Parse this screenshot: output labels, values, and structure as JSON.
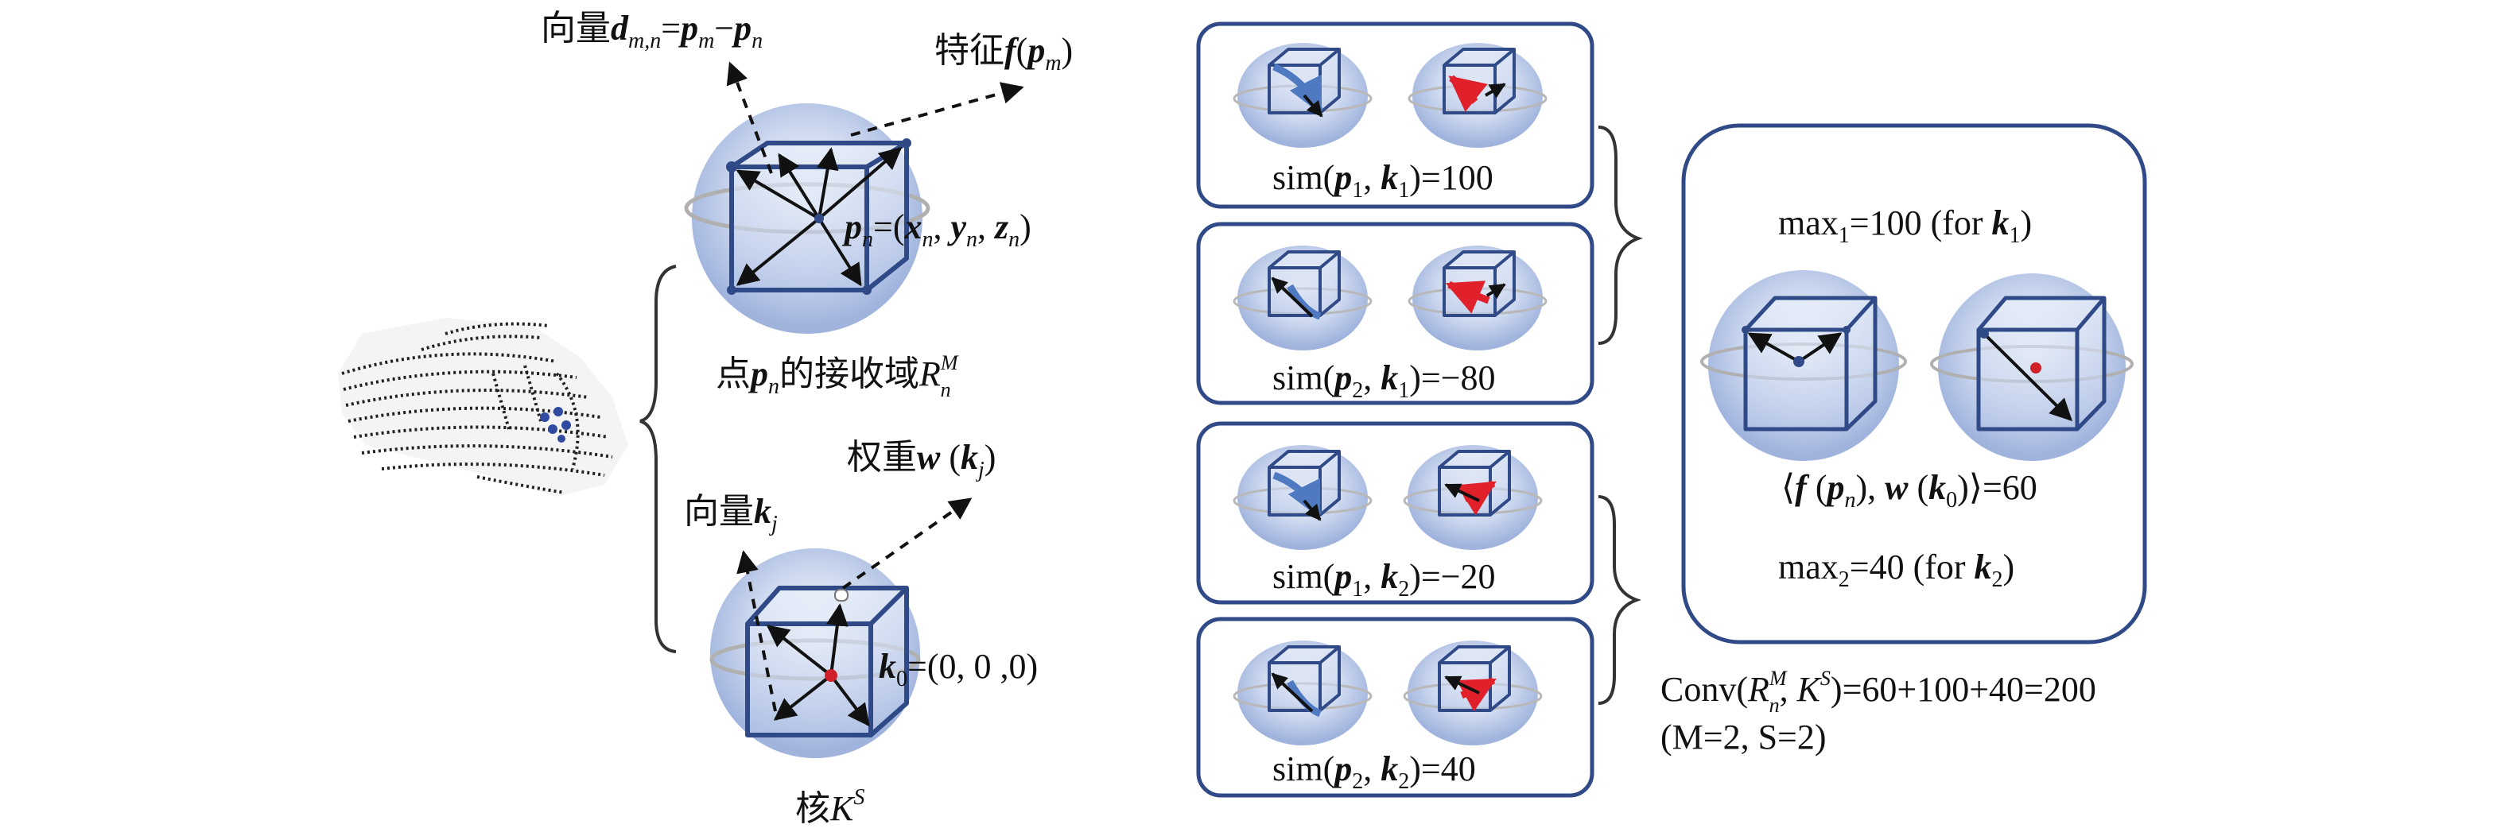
{
  "left": {
    "vector_d": {
      "cn": "向量",
      "d": "d",
      "sub": "m,n",
      "eq": "=",
      "pm": "p",
      "pm_sub": "m",
      "minus": "−",
      "pn": "p",
      "pn_sub": "n"
    },
    "feature": {
      "cn": "特征",
      "f": "f",
      "open": "(",
      "p": "p",
      "sub": "m",
      "close": ")"
    },
    "point": {
      "p": "p",
      "sub": "n",
      "eq": "=(",
      "x": "x",
      "xs": "n",
      "c1": ", ",
      "y": "y",
      "ys": "n",
      "c2": ", ",
      "z": "z",
      "zs": "n",
      "close": ")"
    },
    "receptive": {
      "pre": "点",
      "p": "p",
      "sub": "n",
      "mid": "的接收域",
      "R": "R",
      "rsup": "M",
      "rsub": "n"
    },
    "weight": {
      "cn": "权重",
      "w": "w",
      "open": " (",
      "k": "k",
      "sub": "j",
      "close": ")"
    },
    "vector_k": {
      "cn": "向量",
      "k": "k",
      "sub": "j"
    },
    "k0": {
      "k": "k",
      "sub": "0",
      "rest": "=(0, 0 ,0)"
    },
    "kernel": {
      "cn": "核",
      "K": "K",
      "sup": "S"
    }
  },
  "sims": [
    {
      "pre": "sim(",
      "p": "p",
      "psub": "1",
      "c": ", ",
      "k": "k",
      "ksub": "1",
      "post": ")=100"
    },
    {
      "pre": "sim(",
      "p": "p",
      "psub": "2",
      "c": ", ",
      "k": "k",
      "ksub": "1",
      "post": ")=−80"
    },
    {
      "pre": "sim(",
      "p": "p",
      "psub": "1",
      "c": ", ",
      "k": "k",
      "ksub": "2",
      "post": ")=−20"
    },
    {
      "pre": "sim(",
      "p": "p",
      "psub": "2",
      "c": ", ",
      "k": "k",
      "ksub": "2",
      "post": ")=40"
    }
  ],
  "result": {
    "max1": {
      "a": "max",
      "sub": "1",
      "b": "=100 (for ",
      "k": "k",
      "ksub": "1",
      "c": ")"
    },
    "inner": {
      "a": "⟨",
      "f": "f",
      "b": " (",
      "p": "p",
      "psub": "n",
      "c": "), ",
      "w": "w",
      "d": " (",
      "k": "k",
      "ksub": "0",
      "e": ")⟩=60"
    },
    "max2": {
      "a": "max",
      "sub": "2",
      "b": "=40 (for ",
      "k": "k",
      "ksub": "2",
      "c": ")"
    }
  },
  "conv": {
    "a": "Conv(",
    "R": "R",
    "rsup": "M",
    "rsub": "n",
    "b": ", ",
    "K": "K",
    "ksup": "S",
    "c": ")=60+100+40=200",
    "line2": "(M=2, S=2)"
  },
  "colors": {
    "box_stroke": "#2f4a87",
    "sphere": "#a9bde3",
    "blue_arrow": "#4f7ac2",
    "red_arrow": "#e0202a"
  }
}
